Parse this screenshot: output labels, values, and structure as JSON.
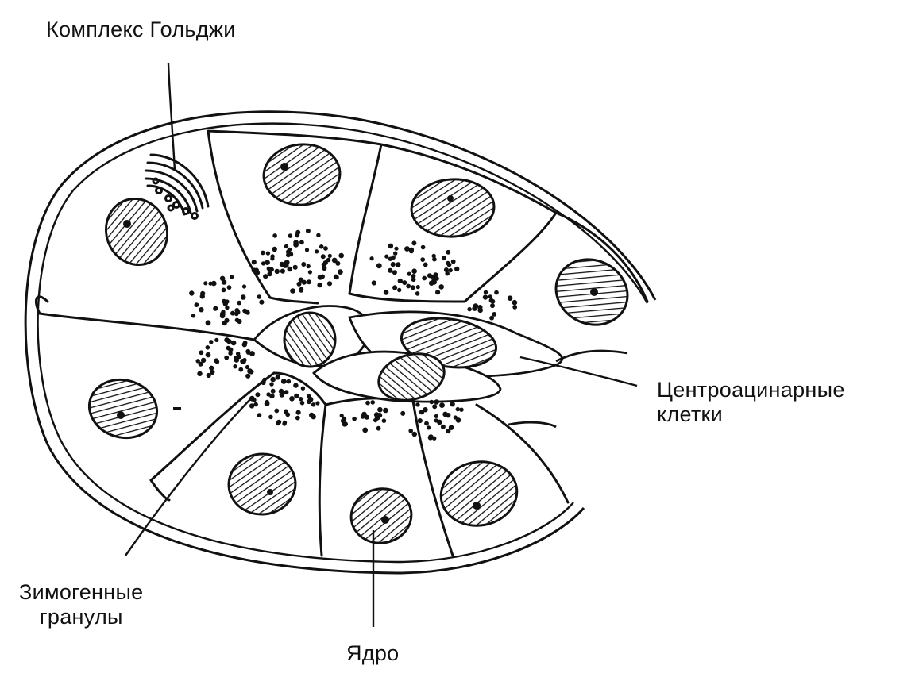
{
  "diagram": {
    "labels": {
      "golgi": "Комплекс Гольджи",
      "centroacinar_line1": "Центроацинарные",
      "centroacinar_line2": "клетки",
      "zymogen_line1": "Зимогенные",
      "zymogen_line2": "гранулы",
      "nucleus": "Ядро"
    },
    "colors": {
      "ink": "#111111",
      "paper": "#ffffff"
    }
  }
}
